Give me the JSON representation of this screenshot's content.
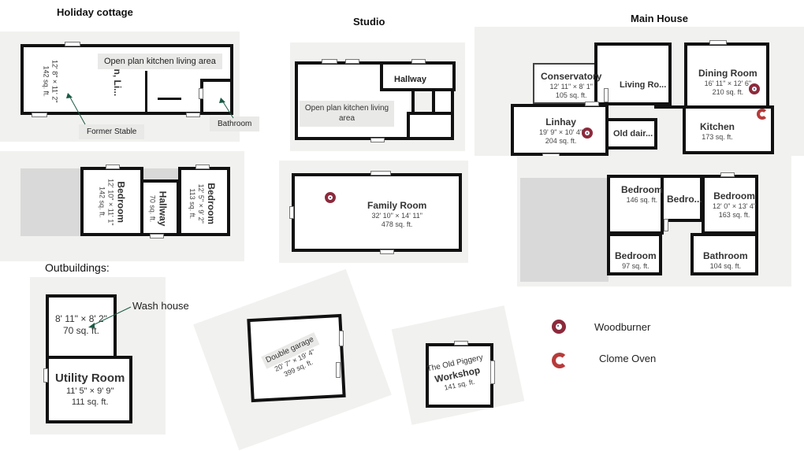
{
  "sections": {
    "holiday": "Holiday cottage",
    "studio": "Studio",
    "main": "Main House",
    "outbuildings": "Outbuildings:"
  },
  "holiday_cottage": {
    "stable_dims": "12' 8\" × 11' 2\"",
    "stable_area": "142 sq. ft.",
    "kitchen_partial": "en, Li...",
    "open_plan": "Open plan kitchen living area",
    "former_stable": "Former Stable",
    "bathroom": "Bathroom",
    "bed1_name": "Bedroom",
    "bed1_dims": "12' 10\" × 11' 1\"",
    "bed1_area": "142 sq. ft.",
    "hallway_name": "Hallway",
    "hallway_area": "70 sq. ft.",
    "bed2_name": "Bedroom",
    "bed2_dims": "12' 5\" × 9' 2\"",
    "bed2_area": "113 sq. ft."
  },
  "studio": {
    "hallway": "Hallway",
    "open_plan": "Open plan kitchen living area",
    "family_room": "Family Room",
    "family_dims": "32' 10\" × 14' 11\"",
    "family_area": "478 sq. ft."
  },
  "main_house": {
    "conservatory": "Conservatory",
    "conservatory_dims": "12' 11\" × 8' 1\"",
    "conservatory_area": "105 sq. ft.",
    "living": "Living Ro...",
    "dining": "Dining Room",
    "dining_dims": "16' 11\" × 12' 6\"",
    "dining_area": "210 sq. ft.",
    "linhay": "Linhay",
    "linhay_dims": "19' 9\" × 10' 4\"",
    "linhay_area": "204 sq. ft.",
    "old_dairy": "Old dair...",
    "kitchen": "Kitchen",
    "kitchen_area": "173 sq. ft.",
    "bed1": "Bedroom",
    "bed1_area": "146 sq. ft.",
    "bed2": "Bedro...",
    "bed3": "Bedroom",
    "bed3_dims": "12' 0\" × 13' 4\"",
    "bed3_area": "163 sq. ft.",
    "bed4": "Bedroom",
    "bed4_area": "97 sq. ft.",
    "bathroom": "Bathroom",
    "bathroom_area": "104 sq. ft."
  },
  "outbuildings": {
    "wash_dims": "8' 11\" × 8' 2\"",
    "wash_area": "70 sq. ft.",
    "wash_house": "Wash house",
    "utility": "Utility Room",
    "utility_dims": "11' 5\" × 9' 9\"",
    "utility_area": "111 sq. ft.",
    "garage": "Double garage",
    "garage_dims": "20' 7\" × 19' 4\"",
    "garage_area": "399 sq. ft.",
    "piggery1": "The Old Piggery",
    "piggery2": "Workshop",
    "piggery_area": "141 sq. ft."
  },
  "legend": {
    "woodburner": "Woodburner",
    "clome": "Clome Oven"
  },
  "colors": {
    "woodburner": "#8c2a3c",
    "clome_oven": "#b83a3a",
    "walls": "#111111",
    "panel_bg": "#f1f1ef"
  }
}
